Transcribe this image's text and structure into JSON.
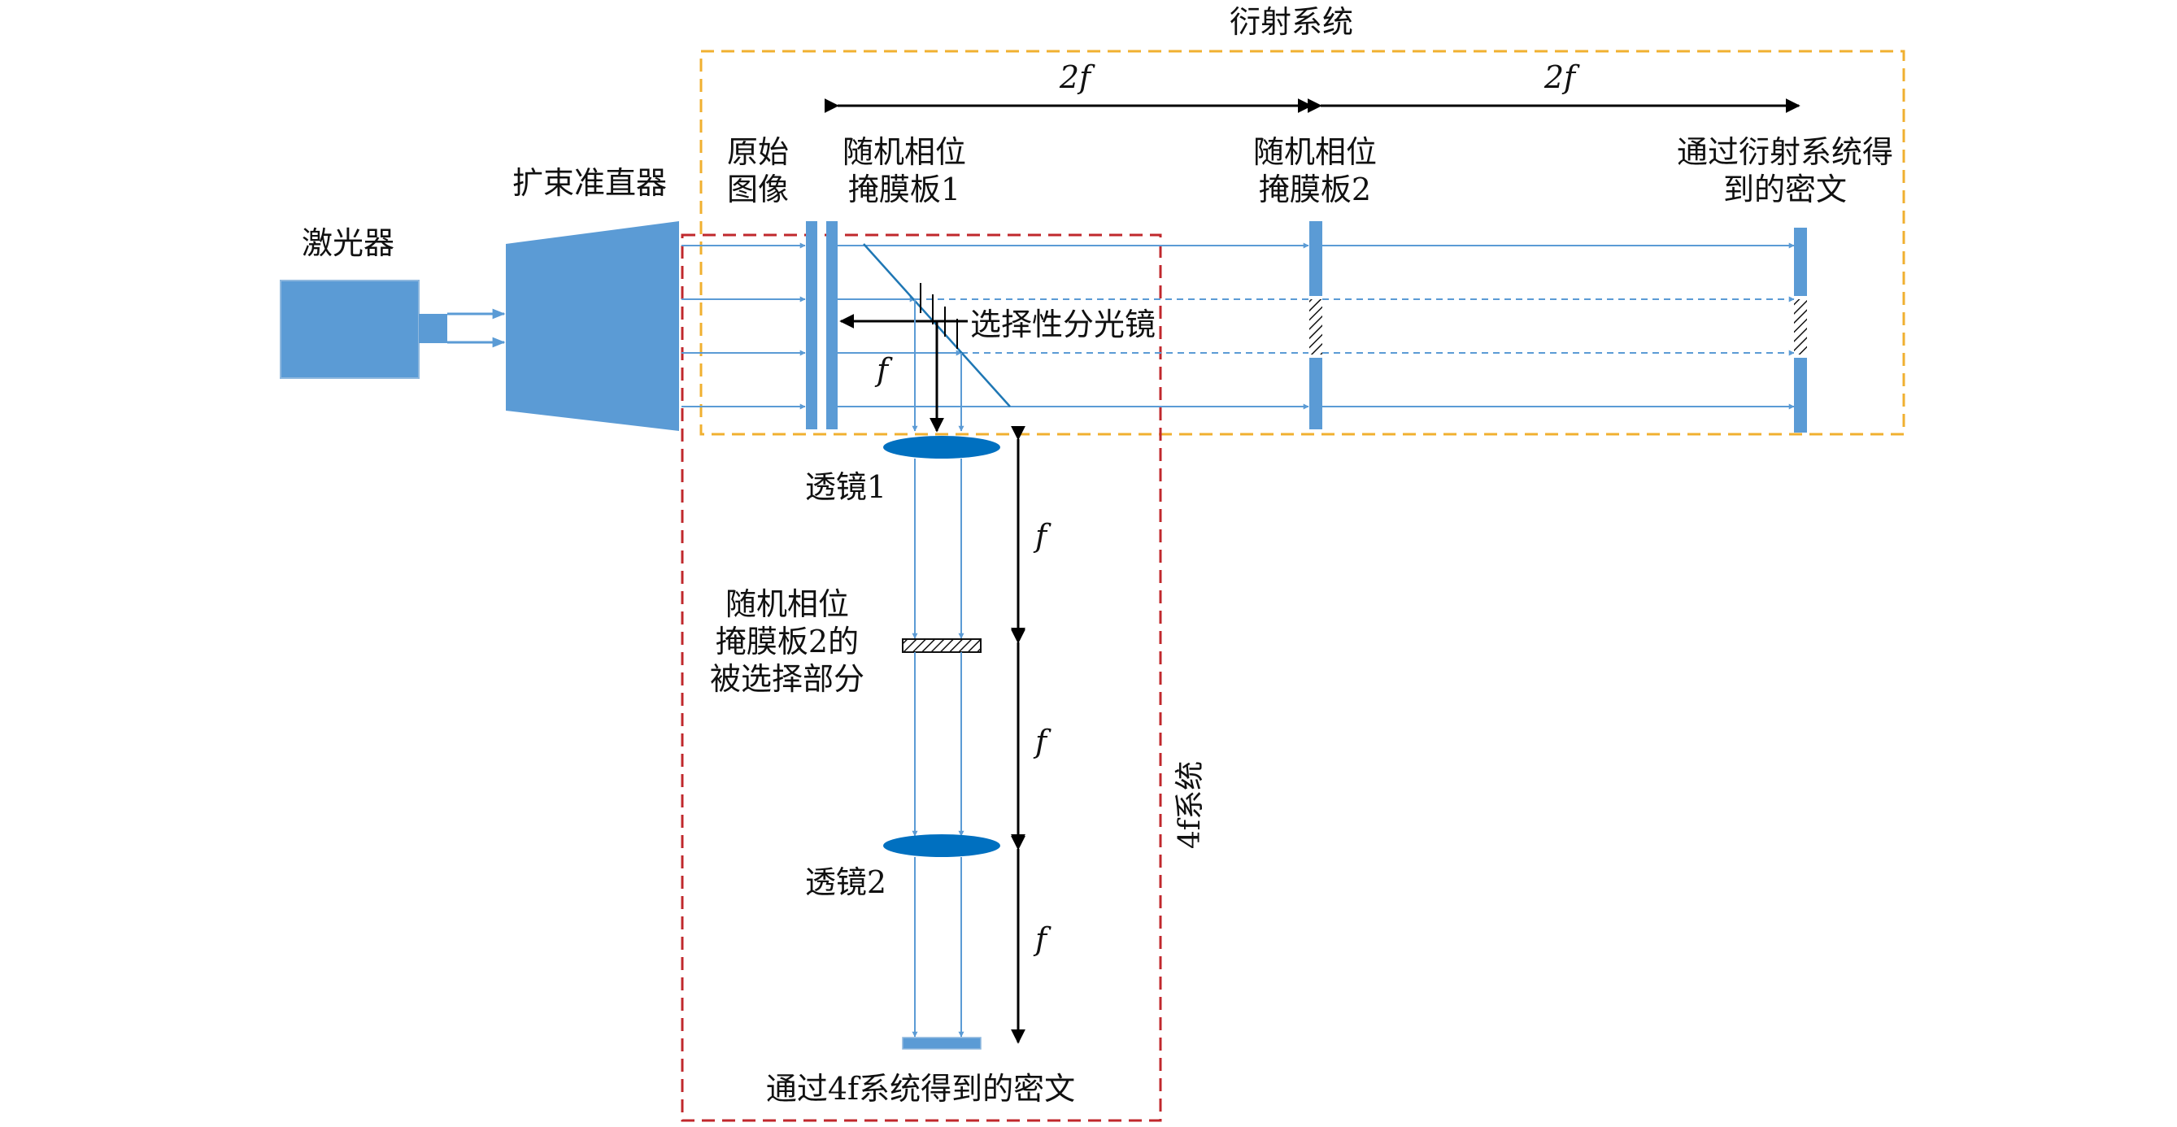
{
  "colors": {
    "block": "#5B9BD5",
    "beam": "#5B9BD5",
    "lens": "#0070C0",
    "diffraction_box": "#F0B030",
    "fourf_box": "#C0282C",
    "black": "#000000"
  },
  "labels": {
    "diffraction_system": "衍射系统",
    "laser": "激光器",
    "beam_expander": "扩束准直器",
    "original_image_line1": "原始",
    "original_image_line2": "图像",
    "mask1_line1": "随机相位",
    "mask1_line2": "掩膜板1",
    "mask2_line1": "随机相位",
    "mask2_line2": "掩膜板2",
    "cipher_diff_line1": "通过衍射系统得",
    "cipher_diff_line2": "到的密文",
    "beam_splitter": "选择性分光镜",
    "lens1": "透镜1",
    "lens2": "透镜2",
    "mask2_part_line1": "随机相位",
    "mask2_part_line2": "掩膜板2的",
    "mask2_part_line3": "被选择部分",
    "fourf_system": "4f系统",
    "cipher_4f": "通过4f系统得到的密文"
  },
  "distances": {
    "dist_2f_left": "2f",
    "dist_2f_right": "2f",
    "dist_f_splitter": "f",
    "dist_f_1": "f",
    "dist_f_2": "f",
    "dist_f_3": "f"
  }
}
